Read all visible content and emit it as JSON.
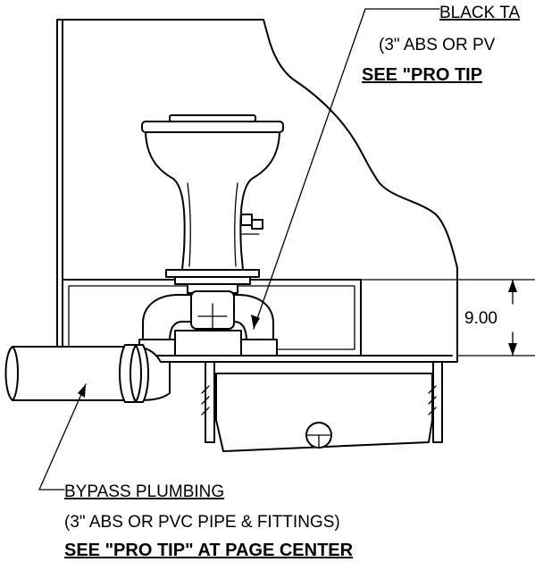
{
  "callout_top": {
    "line1": "BLACK TA",
    "line2": "(3\" ABS OR PV",
    "line3": "SEE \"PRO TIP"
  },
  "callout_bottom": {
    "line1": "BYPASS PLUMBING",
    "line2": "(3\" ABS OR PVC PIPE & FITTINGS)",
    "line3": "SEE \"PRO TIP\" AT PAGE CENTER"
  },
  "dimension": {
    "value": "9.00"
  }
}
